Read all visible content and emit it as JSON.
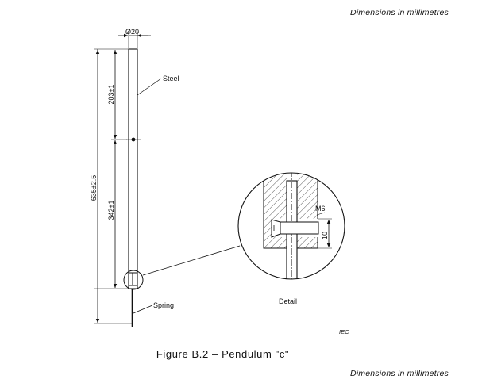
{
  "header": {
    "units_note_top": "Dimensions in millimetres",
    "units_note_bottom": "Dimensions in millimetres"
  },
  "figure": {
    "caption": "Figure B.2 – Pendulum \"c\"",
    "source_mark": "IEC"
  },
  "labels": {
    "diameter": "Ø20",
    "steel": "Steel",
    "spring": "Spring",
    "detail": "Detail",
    "thread": "M6",
    "thread_length": "10"
  },
  "dimensions": {
    "overall_length": "635±2.5",
    "upper_length": "203±1",
    "lower_length": "342±1"
  }
}
